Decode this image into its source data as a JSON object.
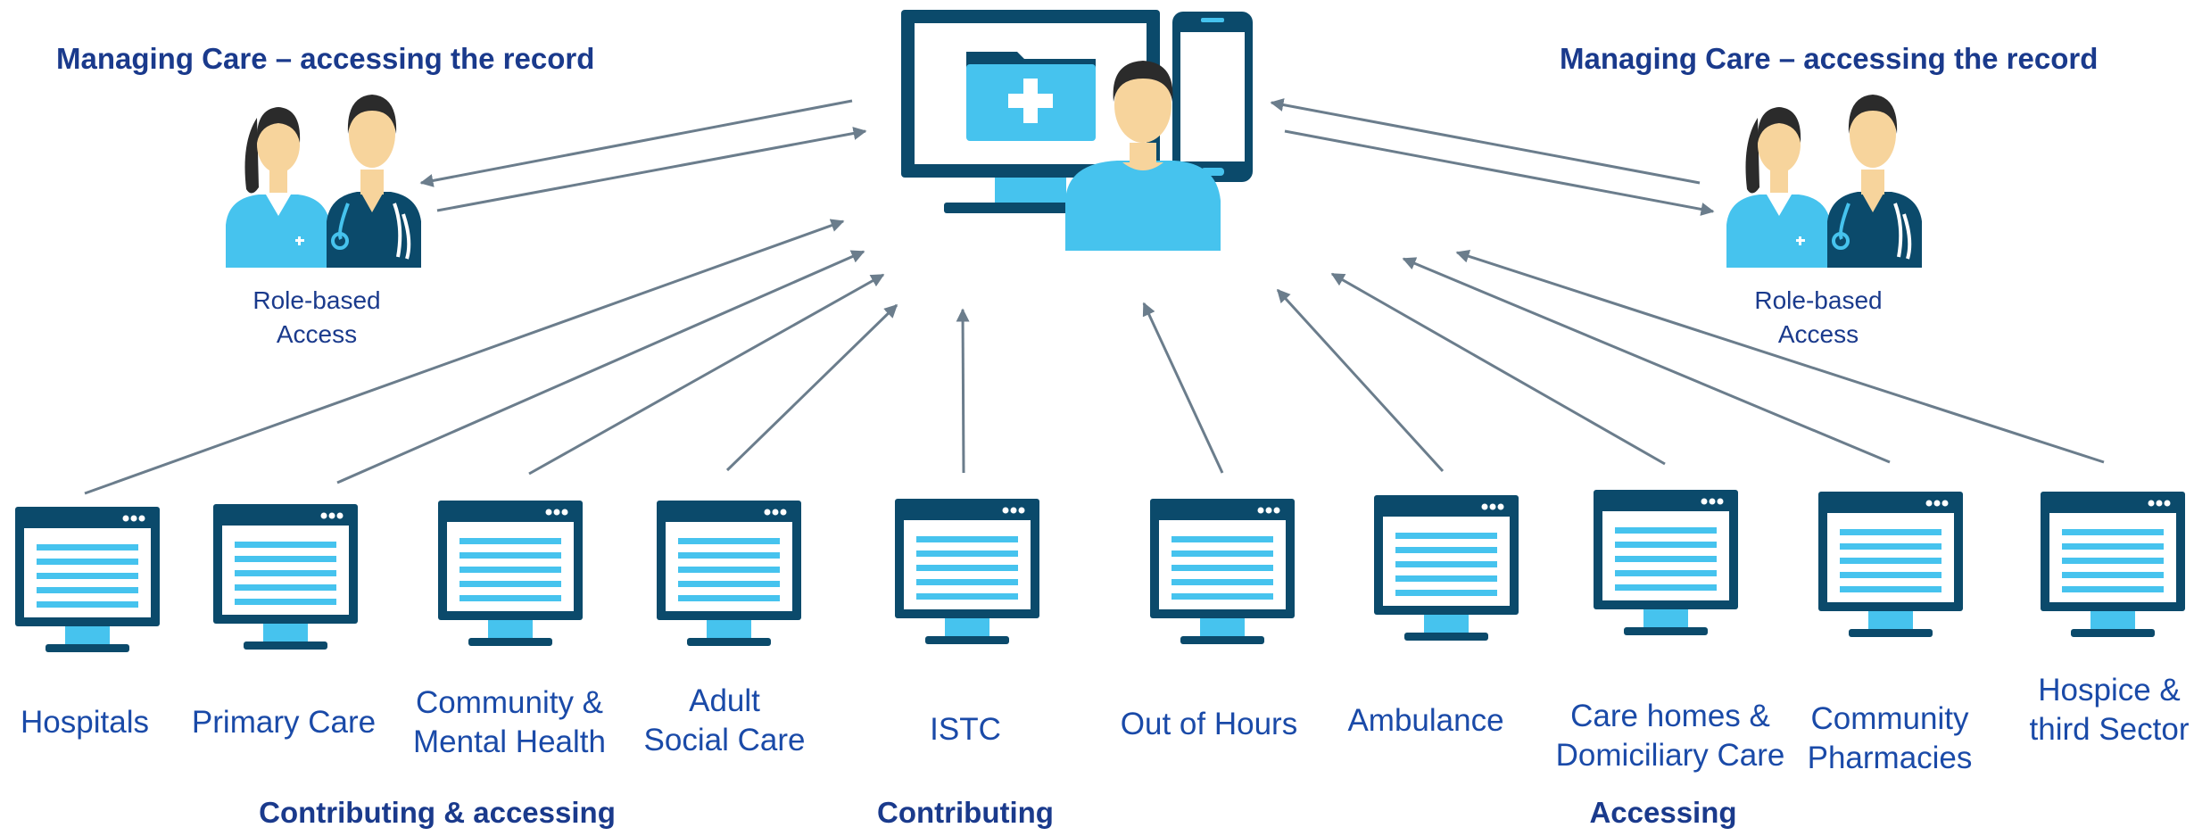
{
  "headings": {
    "left": "Managing Care – accessing the record",
    "right": "Managing Care – accessing the record"
  },
  "role_access": {
    "left": [
      "Role-based",
      "Access"
    ],
    "right": [
      "Role-based",
      "Access"
    ]
  },
  "systems": [
    {
      "lines": [
        "Hospitals"
      ]
    },
    {
      "lines": [
        "Primary Care"
      ]
    },
    {
      "lines": [
        "Community &",
        "Mental Health"
      ]
    },
    {
      "lines": [
        "Adult",
        "Social Care"
      ]
    },
    {
      "lines": [
        "ISTC"
      ]
    },
    {
      "lines": [
        "Out of Hours"
      ]
    },
    {
      "lines": [
        "Ambulance"
      ]
    },
    {
      "lines": [
        "Care homes &",
        "Domiciliary Care"
      ]
    },
    {
      "lines": [
        "Community",
        "Pharmacies"
      ]
    },
    {
      "lines": [
        "Hospice &",
        "third Sector"
      ]
    }
  ],
  "categories": {
    "contributing_accessing": "Contributing & accessing",
    "contributing": "Contributing",
    "accessing": "Accessing"
  },
  "colors": {
    "navy": "#0b4a6b",
    "light_blue": "#46c3ee",
    "text_blue": "#1a3a8c",
    "arrow": "#6b7d8c",
    "skin": "#f7d49c",
    "hair": "#2b2b2b"
  }
}
